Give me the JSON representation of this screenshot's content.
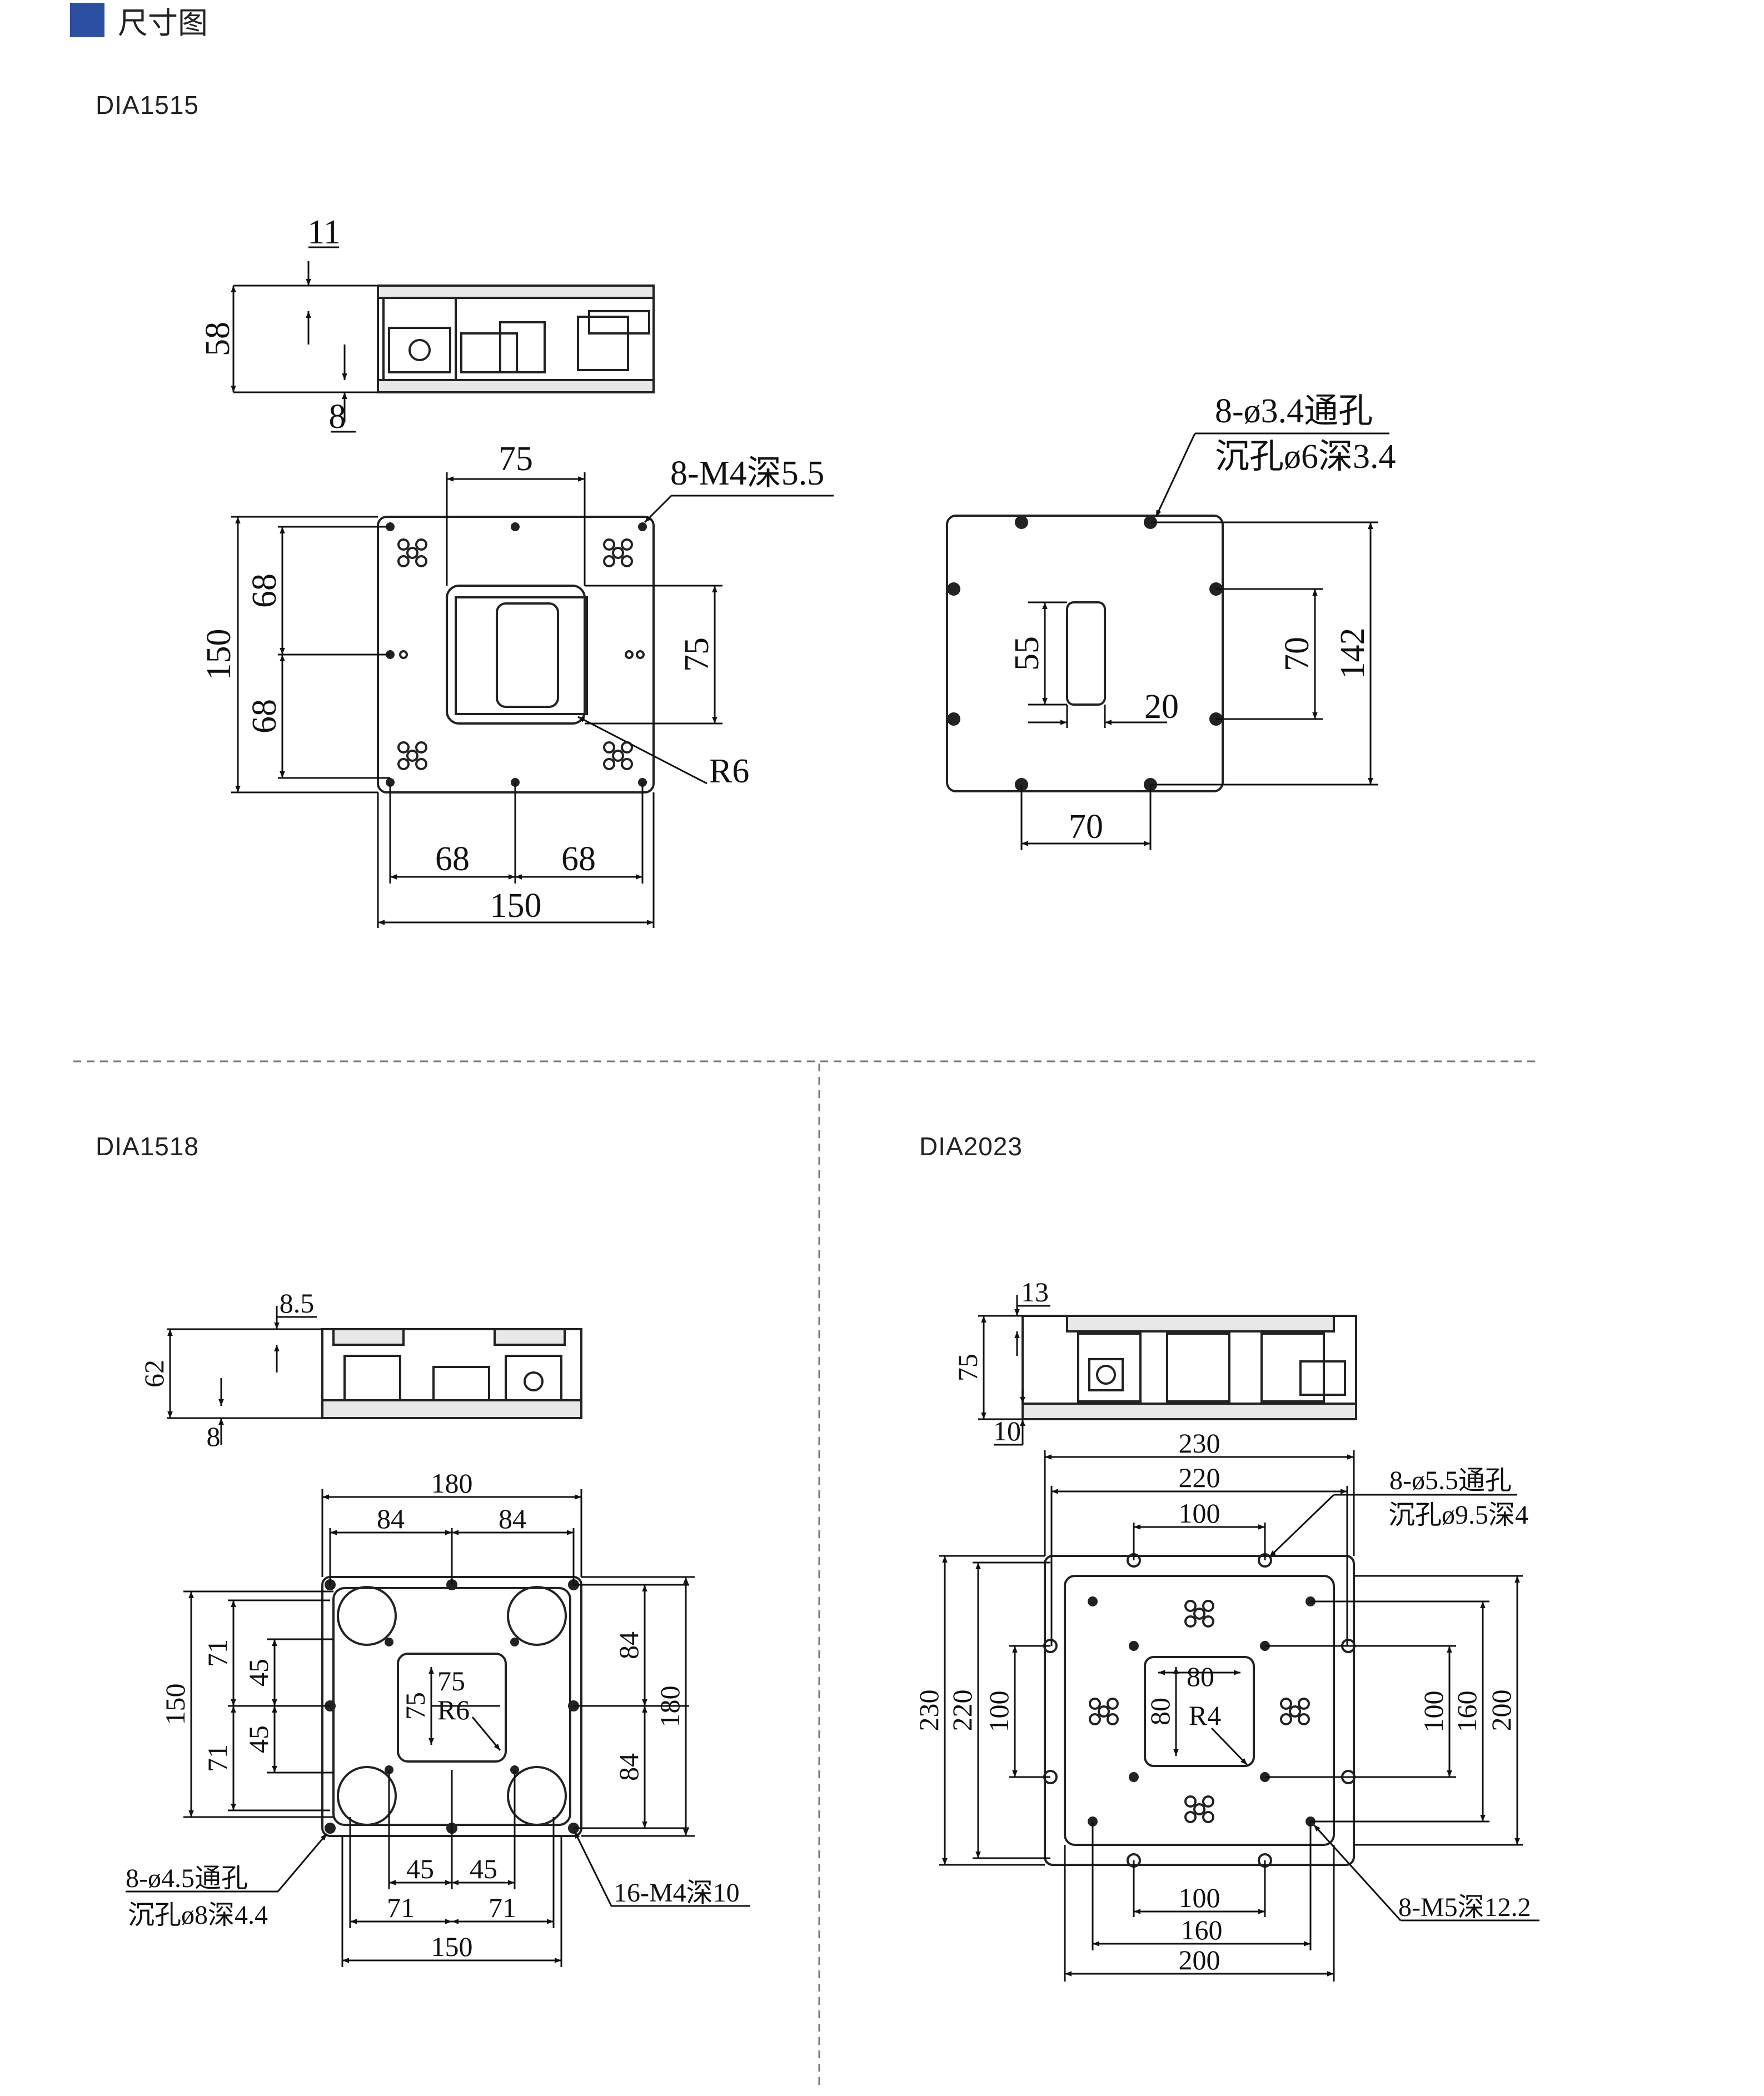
{
  "header": {
    "title": "尺寸图",
    "accent_color": "#2d4fa3"
  },
  "models": [
    {
      "name": "DIA1515"
    },
    {
      "name": "DIA1518"
    },
    {
      "name": "DIA2023"
    }
  ],
  "dia1515": {
    "side": {
      "top_offset": "11",
      "height": "58",
      "bottom_offset": "8"
    },
    "top": {
      "top_width": "75",
      "hole_note": "8-M4深5.5",
      "height_total": "150",
      "h_upper": "68",
      "h_lower": "68",
      "window": "75",
      "radius": "R6",
      "w_left": "68",
      "w_right": "68",
      "width_total": "150"
    },
    "bottom": {
      "note_line1": "8-ø3.4通孔",
      "note_line2": "沉孔ø6深3.4",
      "slot_h": "55",
      "slot_w": "20",
      "span_70v": "70",
      "span_142": "142",
      "span_70h": "70"
    }
  },
  "dia1518": {
    "side": {
      "top_offset": "8.5",
      "height": "62",
      "bottom_offset": "8"
    },
    "top": {
      "w180": "180",
      "w84l": "84",
      "w84r": "84",
      "h150": "150",
      "h71t": "71",
      "h71b": "71",
      "h45t": "45",
      "h45b": "45",
      "win_w": "75",
      "win_h": "75",
      "radius": "R6",
      "r84t": "84",
      "r84b": "84",
      "r180": "180",
      "b45l": "45",
      "b45r": "45",
      "b71l": "71",
      "b71r": "71",
      "b150": "150",
      "note_l1": "8-ø4.5通孔",
      "note_l2": "沉孔ø8深4.4",
      "note_r": "16-M4深10"
    }
  },
  "dia2023": {
    "side": {
      "top_offset": "13",
      "height": "75",
      "bottom_offset": "10"
    },
    "top": {
      "w230": "230",
      "w220": "220",
      "w100t": "100",
      "note_l1": "8-ø5.5通孔",
      "note_l2": "沉孔ø9.5深4",
      "h230": "230",
      "h220": "220",
      "h100": "100",
      "win_w": "80",
      "win_h": "80",
      "radius": "R4",
      "r100": "100",
      "r160": "160",
      "r200": "200",
      "b100": "100",
      "b160": "160",
      "b200": "200",
      "note_br": "8-M5深12.2"
    }
  }
}
